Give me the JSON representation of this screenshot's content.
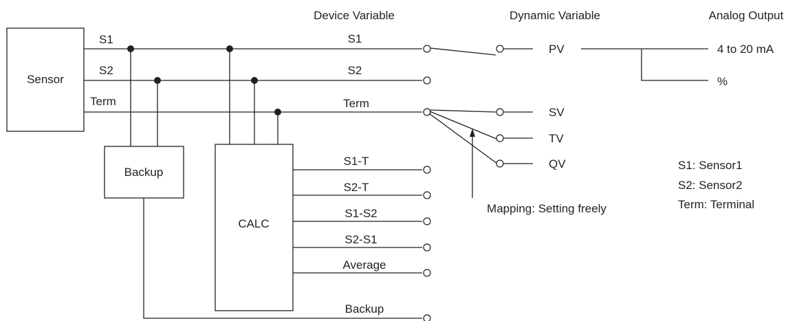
{
  "headers": {
    "device_variable": "Device Variable",
    "dynamic_variable": "Dynamic Variable",
    "analog_output": "Analog Output"
  },
  "blocks": {
    "sensor": "Sensor",
    "backup": "Backup",
    "calc": "CALC"
  },
  "sensor_lines": {
    "s1": "S1",
    "s2": "S2",
    "term": "Term"
  },
  "device_variables": {
    "s1": "S1",
    "s2": "S2",
    "term": "Term",
    "s1_t": "S1-T",
    "s2_t": "S2-T",
    "s1_s2": "S1-S2",
    "s2_s1": "S2-S1",
    "average": "Average",
    "backup": "Backup"
  },
  "dynamic_variables": {
    "pv": "PV",
    "sv": "SV",
    "tv": "TV",
    "qv": "QV"
  },
  "analog_outputs": {
    "current": "4 to 20 mA",
    "percent": "%"
  },
  "mapping_note": "Mapping: Setting freely",
  "legend": {
    "s1": "S1: Sensor1",
    "s2": "S2: Sensor2",
    "term": "Term: Terminal"
  },
  "colors": {
    "line": "#231f20",
    "background": "#ffffff"
  }
}
